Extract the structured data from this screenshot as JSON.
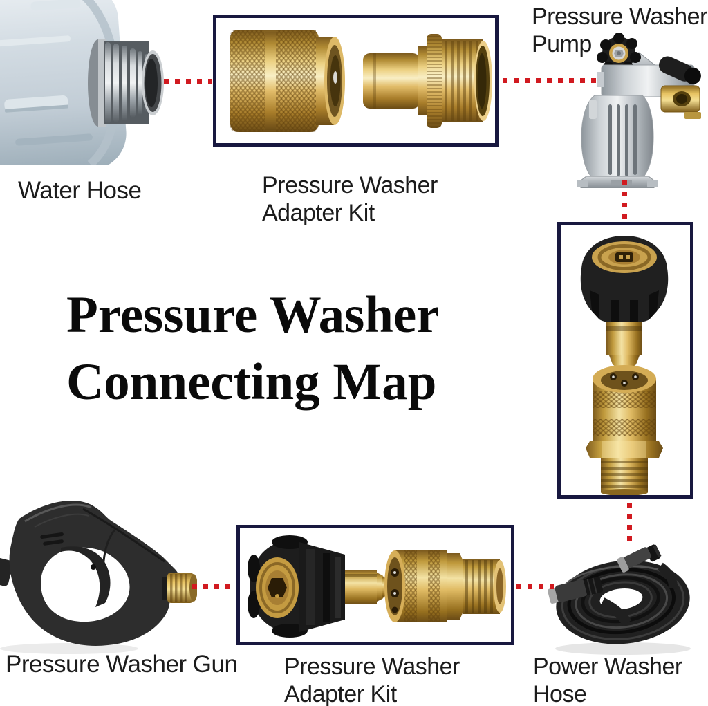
{
  "title": {
    "line1": "Pressure Washer",
    "line2": "Connecting Map"
  },
  "components": {
    "water_hose": {
      "label": "Water Hose"
    },
    "adapter_kit_top": {
      "label_line1": "Pressure Washer",
      "label_line2": "Adapter Kit"
    },
    "pump": {
      "label_line1": "Pressure Washer",
      "label_line2": "Pump"
    },
    "gun": {
      "label": "Pressure Washer Gun"
    },
    "adapter_kit_bottom": {
      "label_line1": "Pressure Washer",
      "label_line2": "Adapter Kit"
    },
    "power_hose": {
      "label_line1": "Power Washer",
      "label_line2": "Hose"
    }
  },
  "colors": {
    "dot_red": "#d11a20",
    "box_border": "#18183f",
    "label_text": "#1c1c1c",
    "title_text": "#0a0a0a",
    "background": "#ffffff",
    "brass": "#c9a24b",
    "black_plastic": "#222222",
    "silver_metal": "#c6ccd1",
    "hose_body_gray": "#ccd6dd"
  }
}
